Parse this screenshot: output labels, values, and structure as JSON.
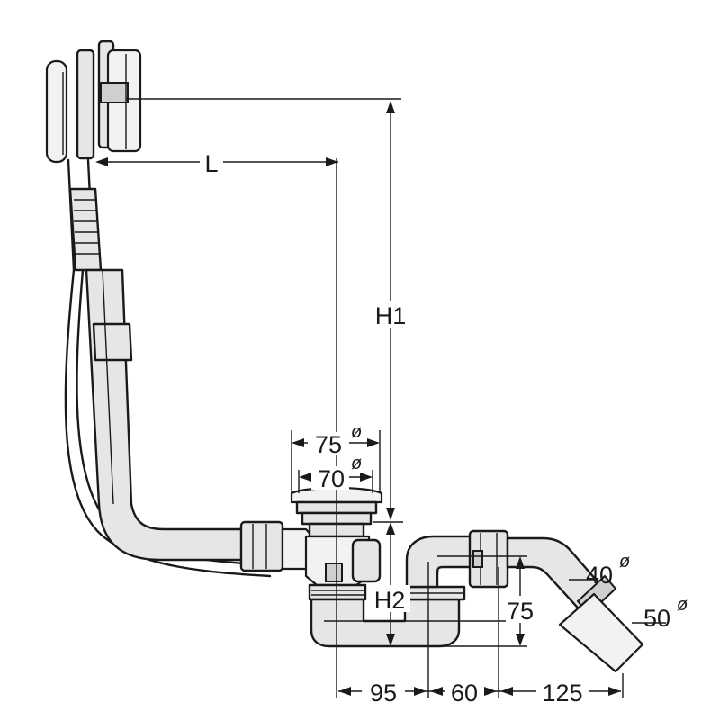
{
  "labels": {
    "L": "L",
    "H1": "H1",
    "H2": "H2",
    "d75": "75",
    "d70": "70",
    "d95": "95",
    "d60": "60",
    "d125": "125",
    "d75_height": "75",
    "d40": "40",
    "d50": "50",
    "diameter_symbol": "ø"
  },
  "colors": {
    "stroke": "#1a1a1a",
    "fill_part": "#e6e6e6",
    "fill_light": "#f2f2f2",
    "fill_dark": "#cfcfcf",
    "background": "#ffffff"
  }
}
